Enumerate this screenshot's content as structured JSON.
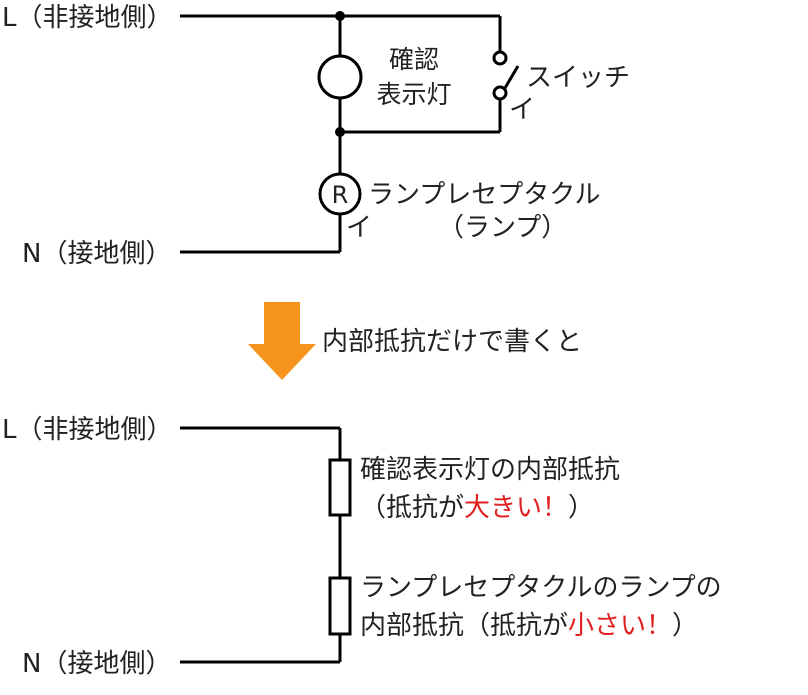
{
  "top_circuit": {
    "line_label": "L（非接地側）",
    "neutral_label": "N（接地側）",
    "indicator_label_1": "確認",
    "indicator_label_2": "表示灯",
    "switch_label_1": "スイッチ",
    "switch_label_2": "イ",
    "receptacle_symbol": "R",
    "receptacle_label_1": "ランプレセプタクル",
    "receptacle_label_2": "イ",
    "receptacle_label_3": "（ランプ）"
  },
  "arrow": {
    "caption": "内部抵抗だけで書くと",
    "color": "#f7941d"
  },
  "bottom_circuit": {
    "line_label": "L（非接地側）",
    "neutral_label": "N（接地側）",
    "resistor1": {
      "line1": "確認表示灯の内部抵抗",
      "line2_prefix": "（抵抗が",
      "line2_highlight": "大きい！",
      "line2_suffix": "）"
    },
    "resistor2": {
      "line1": "ランプレセプタクルのランプの",
      "line2_prefix": "内部抵抗（抵抗が",
      "line2_highlight": "小さい！",
      "line2_suffix": "）"
    }
  },
  "colors": {
    "wire": "#000000",
    "highlight": "#e02020",
    "arrow_fill": "#f7941d"
  }
}
